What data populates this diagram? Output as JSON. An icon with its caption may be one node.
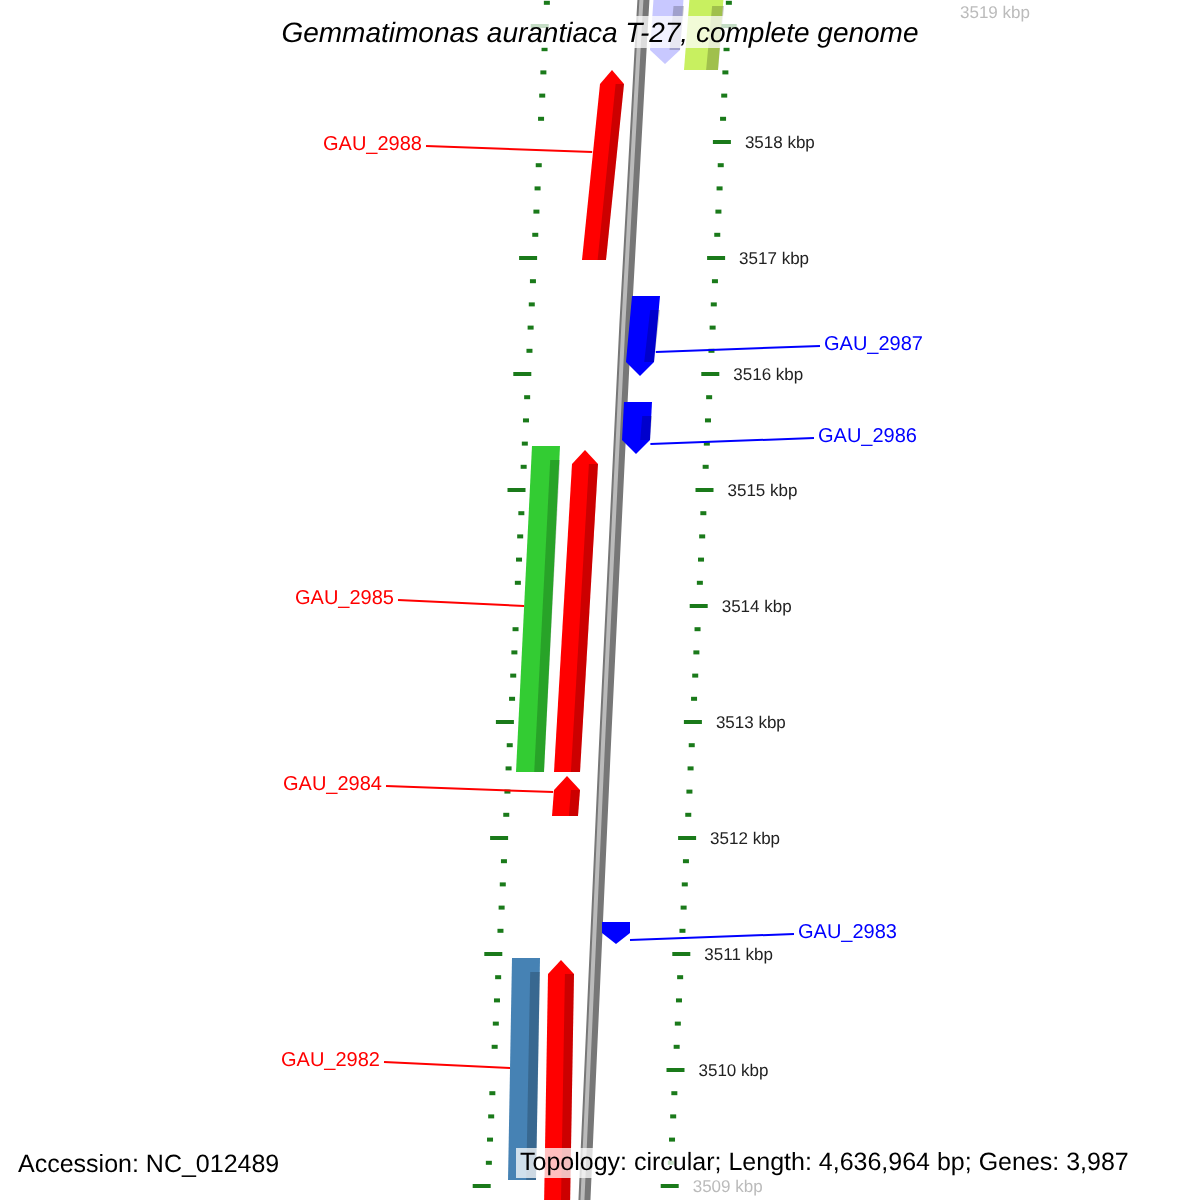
{
  "diagram": {
    "title": "Gemmatimonas aurantiaca T-27, complete genome",
    "nodes": [
      {
        "text": [],
        "shape": "bar"
      },
      {
        "text": [],
        "shape": "bar"
      },
      {
        "text": [
          "GAU_2988"
        ]
      },
      {
        "text": [],
        "shape": "bar"
      },
      {
        "text": [
          "GAU_2987"
        ]
      },
      {
        "text": [],
        "shape": "bar"
      },
      {
        "text": [
          "GAU_2986"
        ]
      },
      {
        "text": [],
        "shape": "bar"
      },
      {
        "text": [],
        "shape": "bar"
      },
      {
        "text": [
          "GAU_2985"
        ]
      },
      {
        "text": [],
        "shape": "bar"
      },
      {
        "text": [
          "GAU_2984"
        ]
      },
      {
        "text": [],
        "shape": "bar"
      },
      {
        "text": [
          "GAU_2983"
        ]
      },
      {
        "text": [],
        "shape": "bar"
      },
      {
        "text": [
          "GAU_2982"
        ]
      },
      {
        "text": [],
        "shape": "bar"
      },
      {
        "text": [],
        "shape": "bar"
      }
    ],
    "edges": [
      {
        "from": 2,
        "to": 3,
        "arrow": "none"
      },
      {
        "from": 4,
        "to": 5,
        "arrow": "none",
        "color": "#0000ff"
      },
      {
        "from": 6,
        "to": 7,
        "arrow": "none",
        "color": "#0000ff"
      },
      {
        "from": 9,
        "to": 8,
        "arrow": "none"
      },
      {
        "from": 11,
        "to": 12,
        "arrow": "none"
      },
      {
        "from": 13,
        "to": 14,
        "arrow": "none",
        "color": "#0000ff"
      },
      {
        "from": 15,
        "to": 16,
        "arrow": "none"
      }
    ],
    "labels": [
      "3519 kbp",
      "3518 kbp",
      "3517 kbp",
      "3516 kbp",
      "3515 kbp",
      "3514 kbp",
      "3513 kbp",
      "3512 kbp",
      "3511 kbp",
      "3510 kbp",
      "3509 kbp",
      "Accession: NC_012489",
      "Topology: circular; Length: 4,636,964 bp; Genes: 3,987"
    ]
  }
}
